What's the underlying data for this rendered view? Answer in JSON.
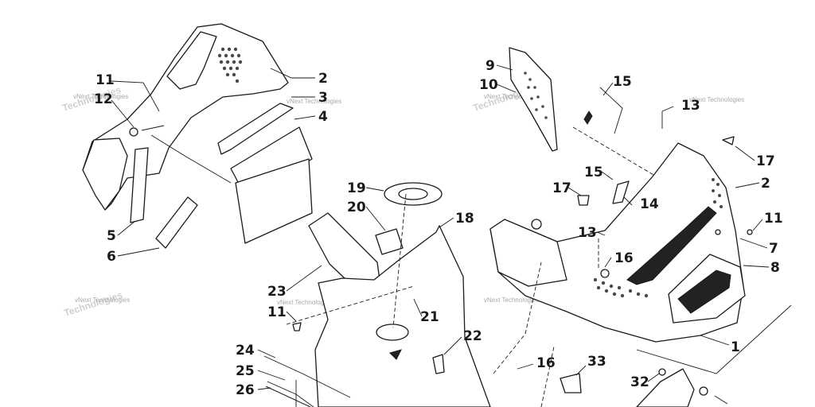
{
  "callouts": {
    "c1": "1",
    "c2a": "2",
    "c2b": "2",
    "c3": "3",
    "c4": "4",
    "c5": "5",
    "c6": "6",
    "c7": "7",
    "c8": "8",
    "c9": "9",
    "c10": "10",
    "c11a": "11",
    "c11b": "11",
    "c11c": "11",
    "c12": "12",
    "c13a": "13",
    "c13b": "13",
    "c14": "14",
    "c15a": "15",
    "c15b": "15",
    "c16a": "16",
    "c16b": "16",
    "c17a": "17",
    "c17b": "17",
    "c18": "18",
    "c19": "19",
    "c20": "20",
    "c21": "21",
    "c22": "22",
    "c23": "23",
    "c24": "24",
    "c25": "25",
    "c26": "26",
    "c32": "32",
    "c33": "33"
  },
  "watermark": {
    "text": "vNext Technologies",
    "text_big": "Technologies"
  },
  "colors": {
    "line": "#1a1a1a",
    "watermark": "#a9a9a9",
    "background": "#ffffff"
  }
}
